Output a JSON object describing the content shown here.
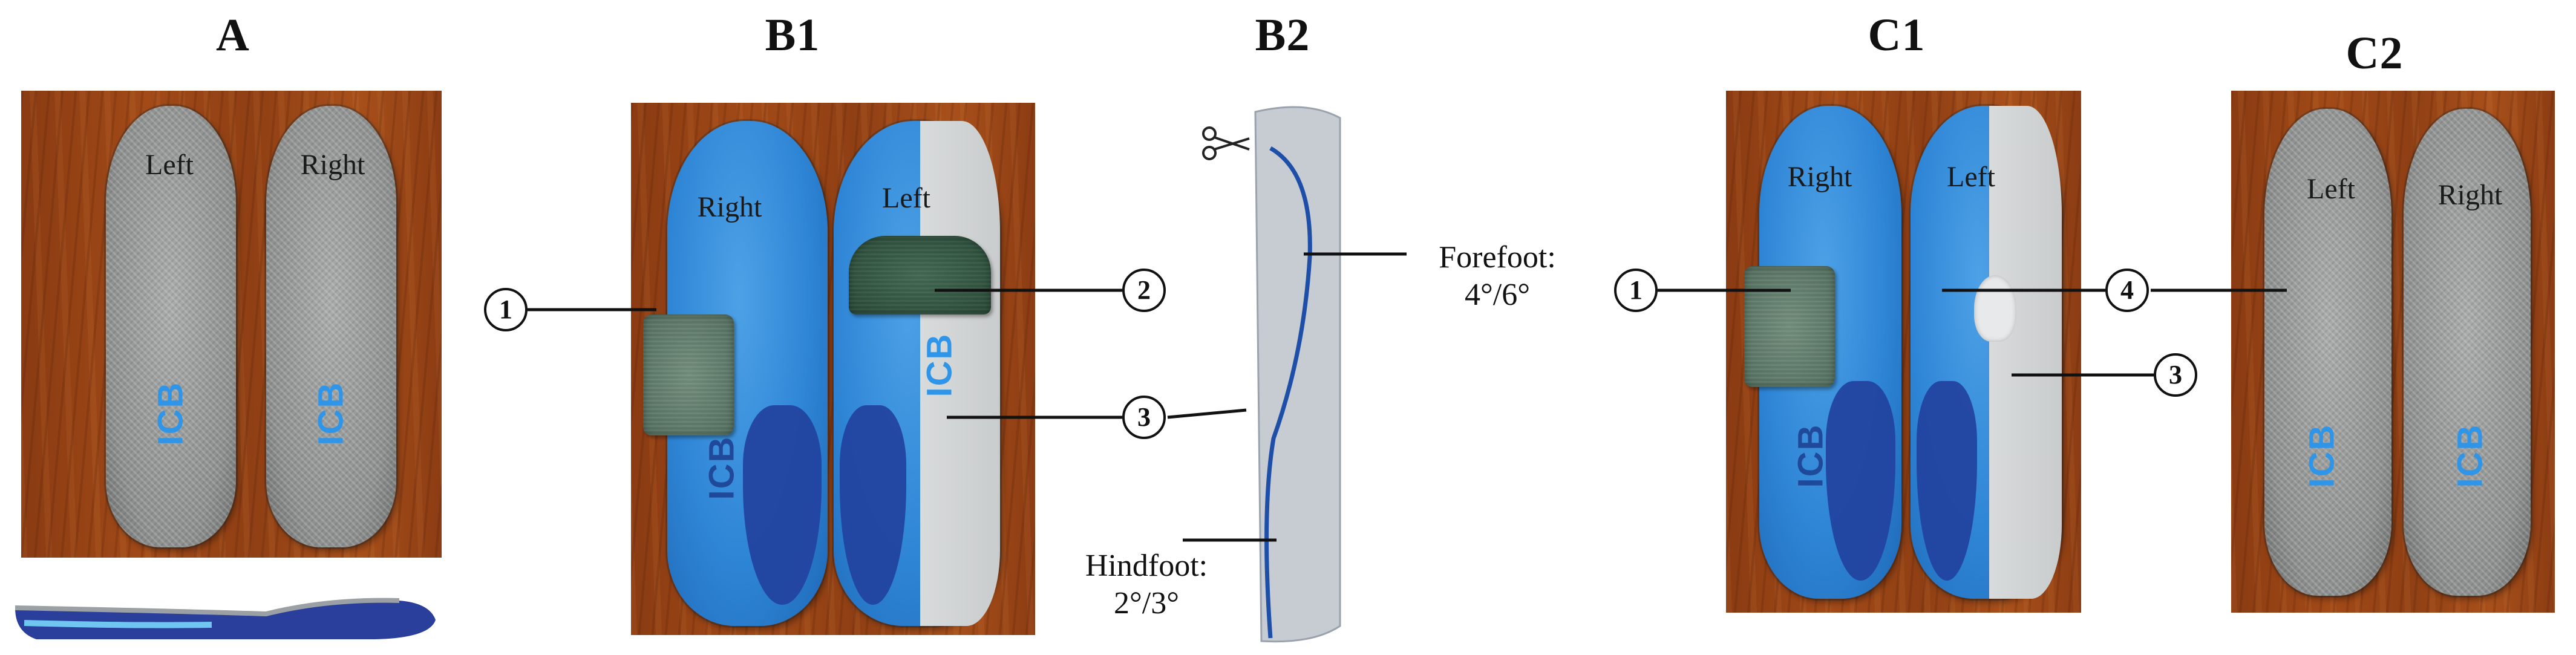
{
  "panels": {
    "a": "A",
    "b1": "B1",
    "b2": "B2",
    "c1": "C1",
    "c2": "C2"
  },
  "insole_labels": {
    "a_left": "Left",
    "a_right": "Right",
    "b1_right": "Right",
    "b1_left": "Left",
    "c1_right": "Right",
    "c1_left": "Left",
    "c2_left": "Left",
    "c2_right": "Right"
  },
  "brand": "ICB",
  "markers": {
    "one": "1",
    "two": "2",
    "three": "3",
    "four": "4"
  },
  "wedge": {
    "forefoot_label": "Forefoot:",
    "forefoot_value": "4°/6°",
    "hindfoot_label": "Hindfoot:",
    "hindfoot_value": "2°/3°"
  },
  "colors": {
    "wood": "#9a4516",
    "insole_gray": "#8d908f",
    "insole_blue": "#2f86d6",
    "arch_navy": "#22429e",
    "pad_green": "#4f6a5b",
    "wedge_gray": "#c7ccd3"
  },
  "icons": [
    "scissors-icon"
  ]
}
